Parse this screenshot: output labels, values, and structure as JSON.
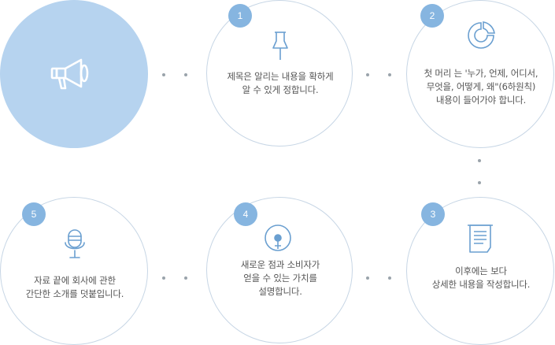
{
  "hero": {
    "icon": "megaphone-icon"
  },
  "steps": [
    {
      "number": "1",
      "icon": "pushpin-icon",
      "lines": [
        "제목은 알리는 내용을 확하게",
        "알 수 있게 정합니다."
      ]
    },
    {
      "number": "2",
      "icon": "donut-chart-icon",
      "lines": [
        "첫 머리 는 '누가, 언제, 어디서,",
        "무엇을, 어떻게, 왜\"(6하원칙)",
        "내용이 들어가야 합니다."
      ]
    },
    {
      "number": "3",
      "icon": "document-icon",
      "lines": [
        "이후에는 보다",
        "상세한 내용을 작성합니다."
      ]
    },
    {
      "number": "4",
      "icon": "touch-icon",
      "lines": [
        "새로운 점과 소비자가",
        "얻을 수 있는 가치를",
        "설명합니다."
      ]
    },
    {
      "number": "5",
      "icon": "microphone-icon",
      "lines": [
        "자료 끝에 회사에 관한",
        "간단한 소개를 덧붙입니다."
      ]
    }
  ],
  "colors": {
    "accent": "#86b5e0",
    "hero": "#b6d3ef",
    "border": "#c7d6e5",
    "icon": "#6a9fd0",
    "text": "#555555"
  }
}
